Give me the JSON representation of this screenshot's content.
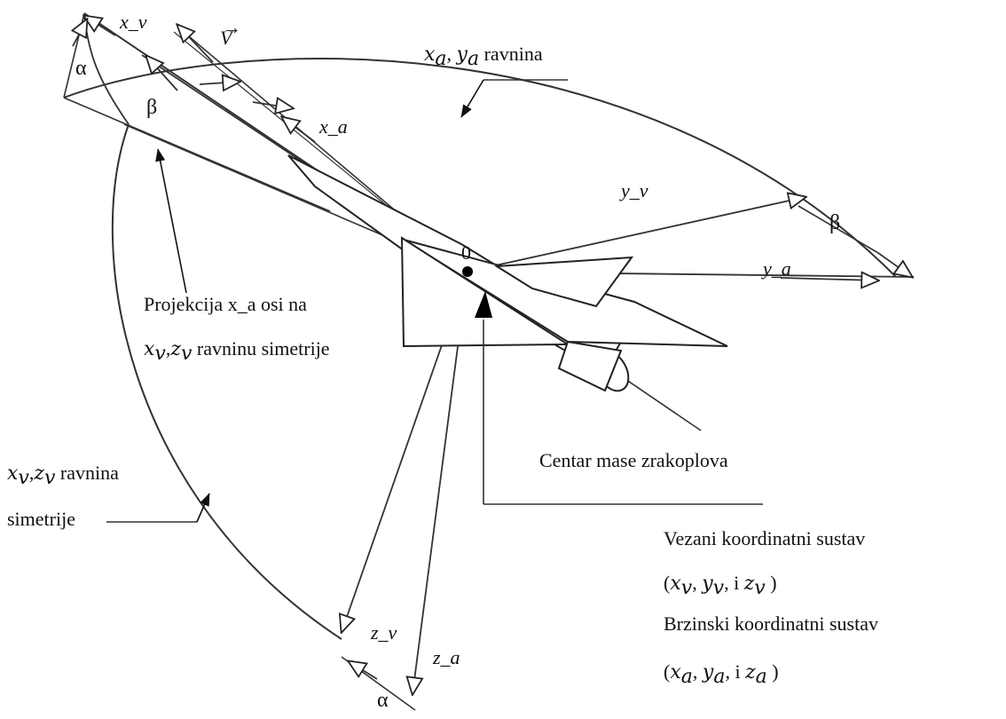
{
  "labels": {
    "xv": "x_v",
    "V": "V",
    "alpha": "α",
    "beta": "β",
    "xa": "x_a",
    "yv": "y_v",
    "ya": "y_a",
    "zv": "z_v",
    "za": "z_a",
    "origin": "0",
    "xa_ya_plane": "ravnina",
    "projection_line1": "Projekcija x_a osi na",
    "projection_line2": "ravninu simetrije",
    "center_of_mass": "Centar mase zrakoplova",
    "sym_plane_line1": "ravnina",
    "sym_plane_line2": "simetrije",
    "body_system_line1": "Vezani koordinatni sustav",
    "body_system_line2": "i",
    "velocity_system_line1": "Brzinski koordinatni sustav",
    "velocity_system_line2": "i"
  }
}
